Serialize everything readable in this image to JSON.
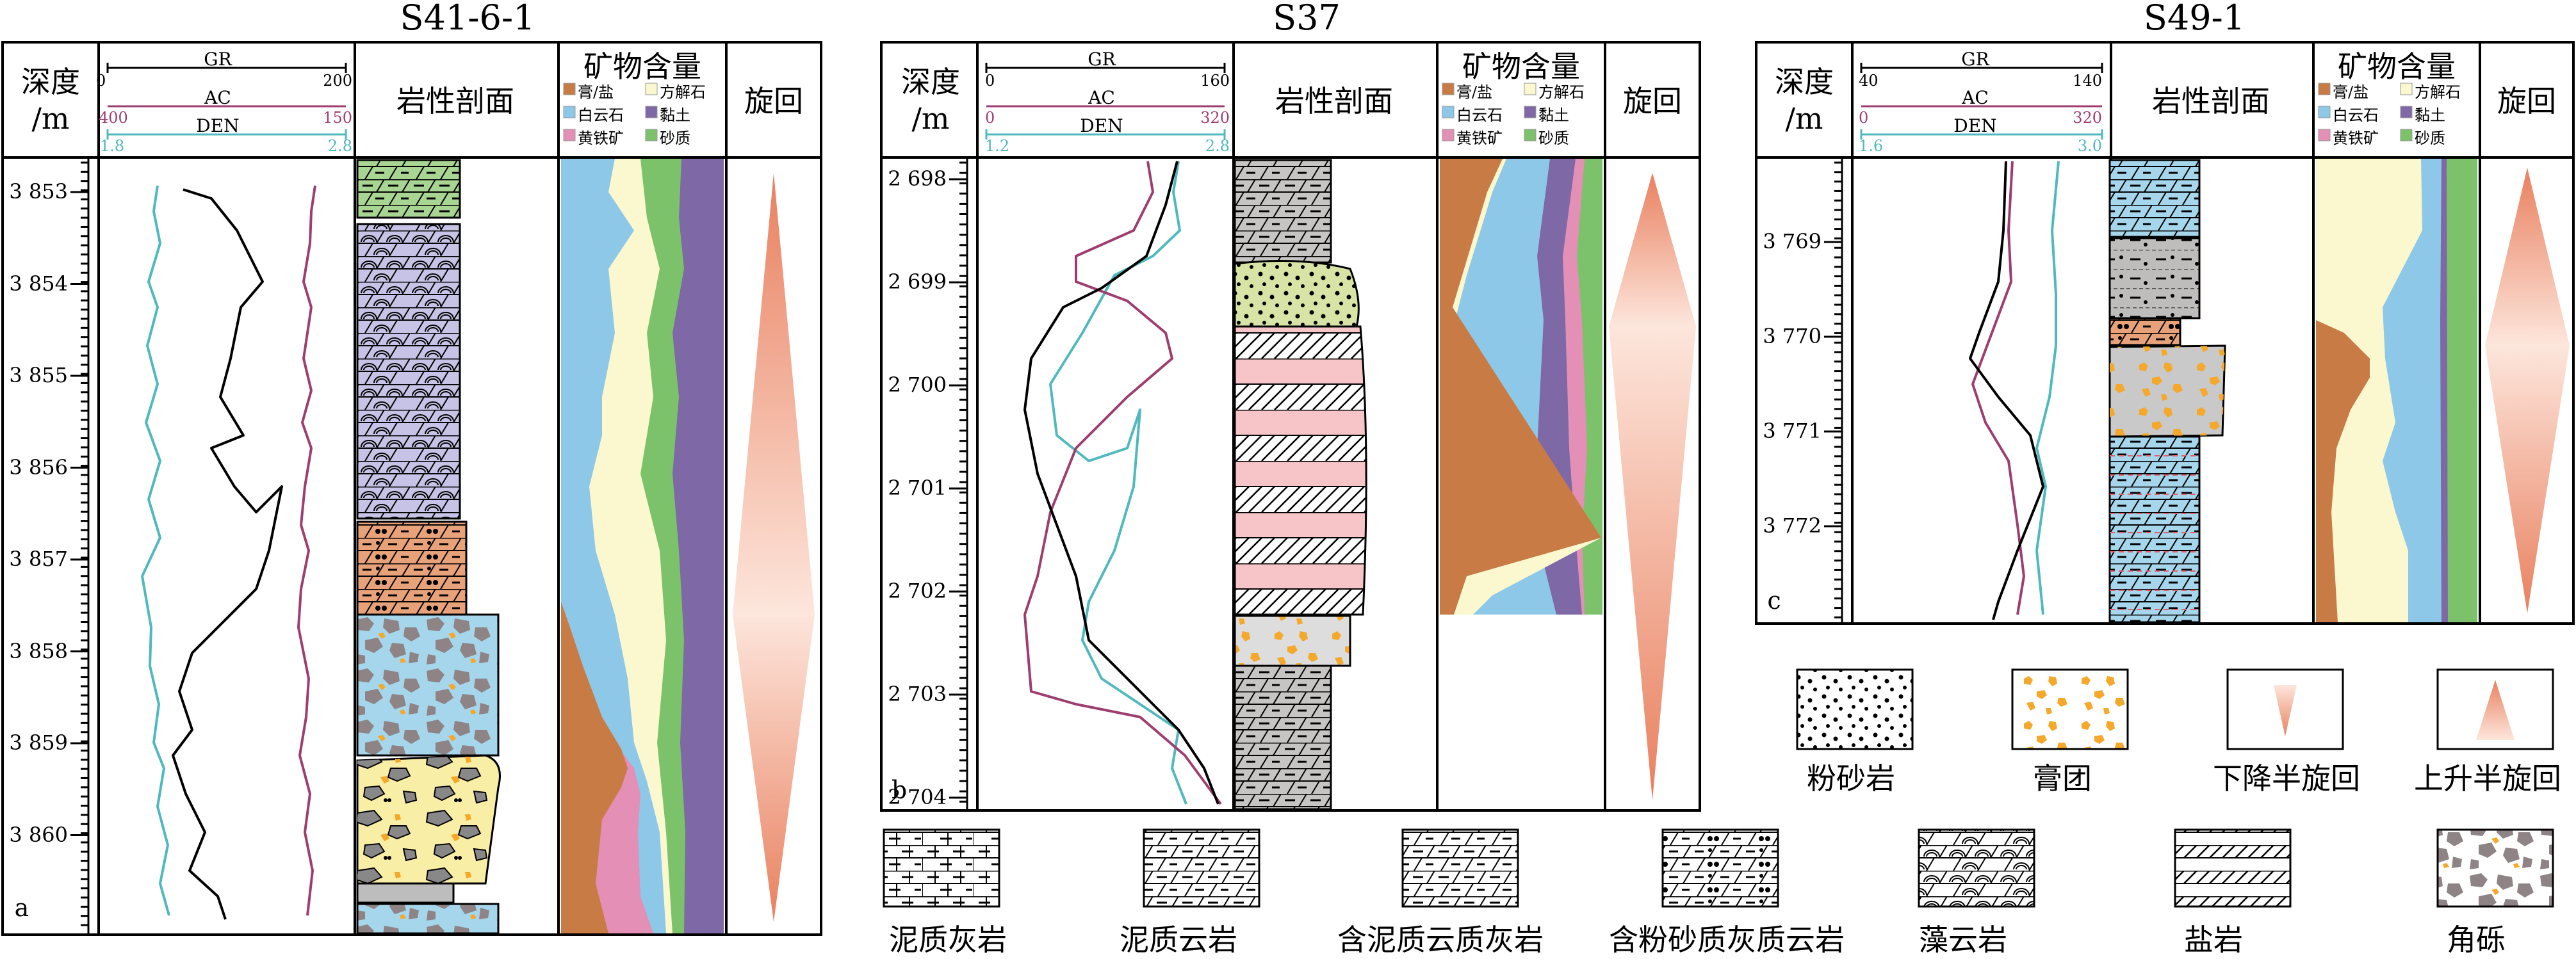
{
  "panels": {
    "a": {
      "well": "S41-6-1",
      "tag": "a",
      "depths": [
        "3 853",
        "3 854",
        "3 855",
        "3 856",
        "3 857",
        "3 858",
        "3 859",
        "3 860"
      ]
    },
    "b": {
      "well": "S37",
      "tag": "b",
      "depths": [
        "2 698",
        "2 699",
        "2 700",
        "2 701",
        "2 702",
        "2 703",
        "2 704"
      ]
    },
    "c": {
      "well": "S49-1",
      "tag": "c",
      "depths": [
        "3 769",
        "3 770",
        "3 771",
        "3 772"
      ]
    }
  },
  "headers": {
    "depth_line1": "深度",
    "depth_line2": "/m",
    "log_gr": "GR",
    "log_ac": "AC",
    "log_den": "DEN",
    "litho": "岩性剖面",
    "mineral": "矿物含量",
    "cycle": "旋回"
  },
  "scales": {
    "a": {
      "ac_min": "0",
      "ac_max": "200",
      "gr_min": "400",
      "gr_max": "150",
      "den_min": "1.8",
      "den_max": "2.8"
    },
    "b": {
      "ac_min": "0",
      "ac_max": "160",
      "gr_min": "0",
      "gr_max": "320",
      "den_min": "1.2",
      "den_max": "2.8"
    },
    "c": {
      "ac_min": "40",
      "ac_max": "140",
      "gr_min": "0",
      "gr_max": "320",
      "den_min": "1.6",
      "den_max": "3.0"
    }
  },
  "minerals": [
    "膏/盐",
    "方解石",
    "白云石",
    "黏土",
    "黄铁矿",
    "砂质"
  ],
  "colors": {
    "gypsum": "#c87b45",
    "calcite": "#fbf7cf",
    "dolomite": "#8ec8e8",
    "clay": "#7e68a6",
    "pyrite": "#e38fb6",
    "sand": "#7cc26b",
    "gr_curve": "#000000",
    "ac_curve": "#9e3e70",
    "den_curve": "#4fb9bd",
    "cycle": "#e9805f"
  },
  "legend": {
    "siltstone": "粉砂岩",
    "gypsum_nodule": "膏团",
    "falling_cycle": "下降半旋回",
    "rising_cycle": "上升半旋回",
    "marly_limestone": "泥质灰岩",
    "marly_dolomite": "泥质云岩",
    "marly_dolo_limestone": "含泥质云质灰岩",
    "silty_lime_dolomite": "含粉砂质灰质云岩",
    "algal_dolomite": "藻云岩",
    "salt_rock": "盐岩",
    "breccia": "角砾"
  }
}
